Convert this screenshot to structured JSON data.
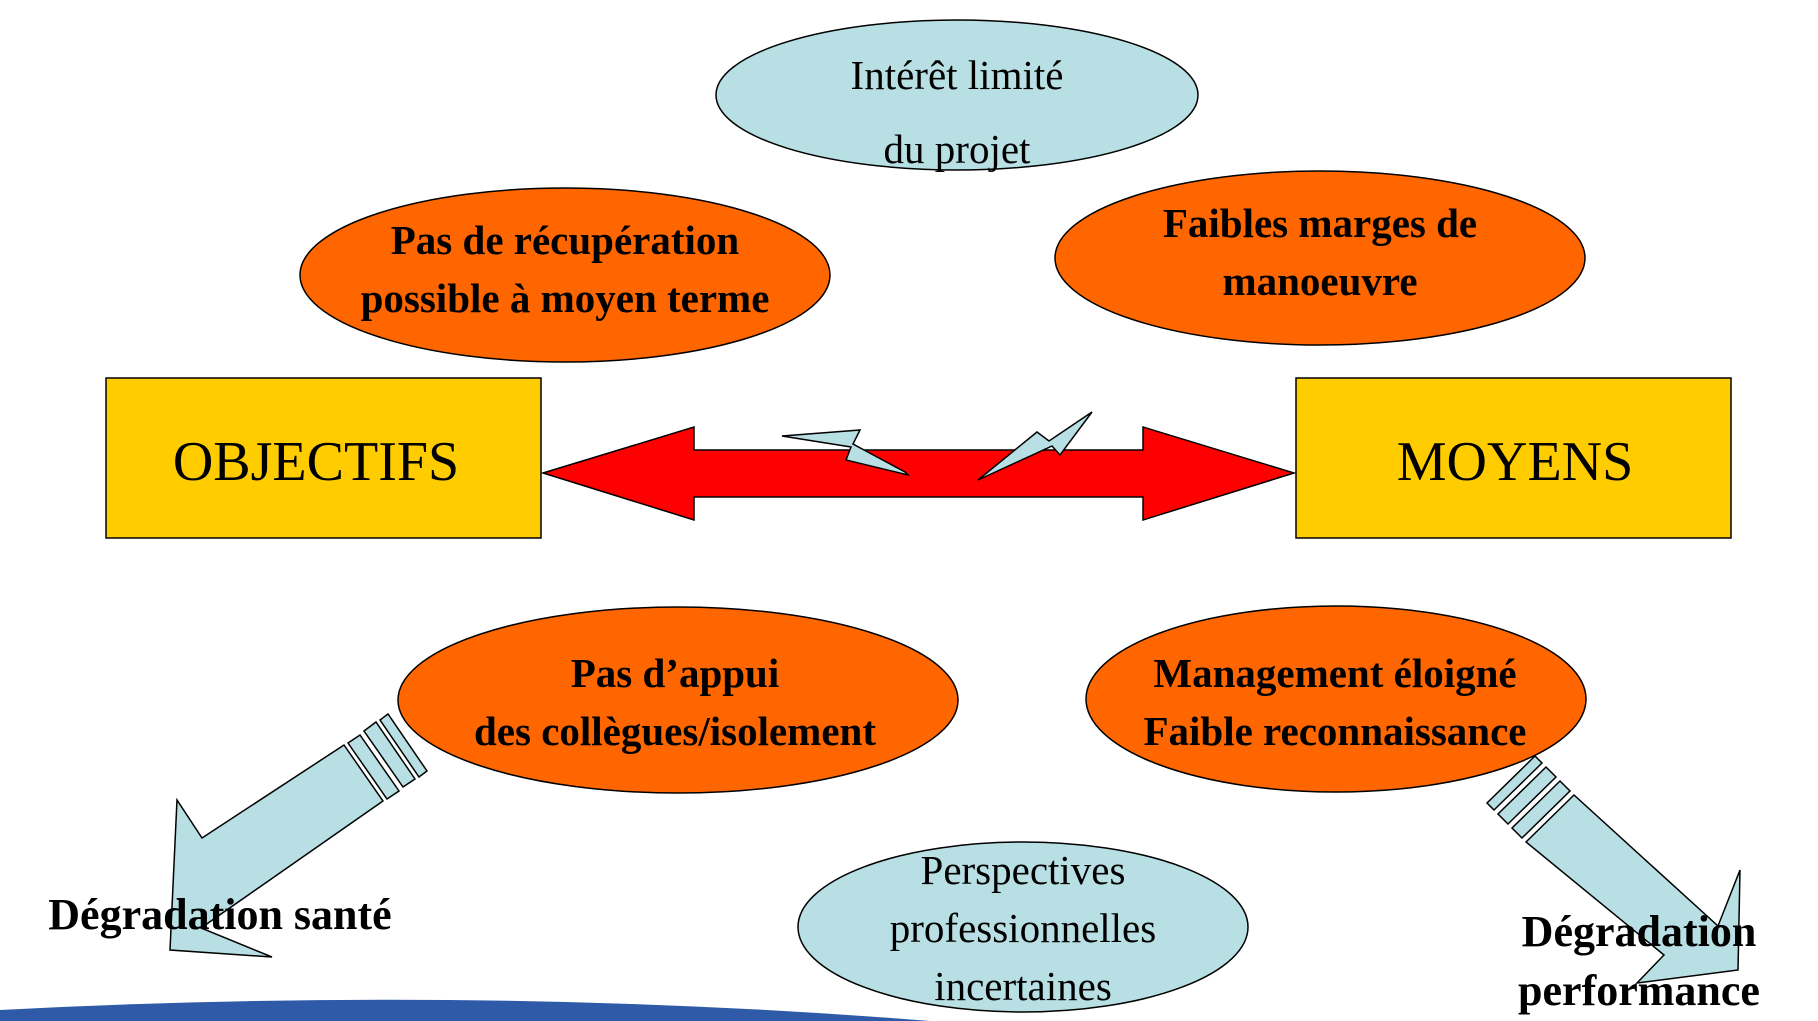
{
  "colors": {
    "ellipse_blue": "#b8dfe3",
    "ellipse_orange": "#ff6600",
    "box_yellow": "#ffcc00",
    "arrow_red": "#ff0000",
    "lightning_blue": "#b8dfe3",
    "band_blue": "#2f5aa8"
  },
  "top_ellipse": {
    "line1": "Intérêt limité",
    "line2": "du projet"
  },
  "left_orange": {
    "line1": "Pas de récupération",
    "line2": "possible à moyen terme"
  },
  "right_orange": {
    "line1": "Faibles marges de",
    "line2": "manoeuvre"
  },
  "objectifs_box": {
    "label": "OBJECTIFS"
  },
  "moyens_box": {
    "label": "MOYENS"
  },
  "bottom_left_orange": {
    "line1": "Pas d’appui",
    "line2": "des collègues/isolement"
  },
  "bottom_right_orange": {
    "line1": "Management éloigné",
    "line2": "Faible reconnaissance"
  },
  "bottom_blue": {
    "line1": "Perspectives",
    "line2": "professionnelles",
    "line3": "incertaines"
  },
  "outcome_left": {
    "label": "Dégradation santé"
  },
  "outcome_right": {
    "line1": "Dégradation",
    "line2": "performance"
  },
  "icons": [
    "lightning-icon",
    "lightning-icon",
    "double-arrow-icon",
    "down-left-arrow-icon",
    "down-right-arrow-icon"
  ]
}
